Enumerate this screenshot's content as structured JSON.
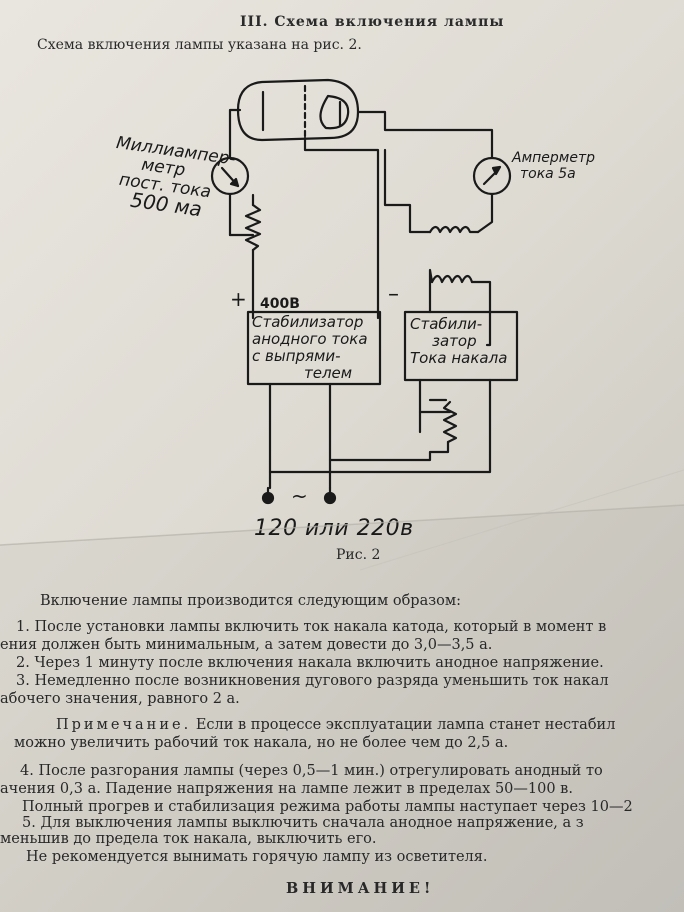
{
  "header": {
    "section_title": "III. Схема включения лампы",
    "intro": "Схема включения лампы указана на рис. 2."
  },
  "diagram": {
    "milliammeter_label": [
      "Миллиампер-",
      "метр",
      "пост. тока",
      "500 ма"
    ],
    "ammeter_label": [
      "Амперметр",
      "тока 5а"
    ],
    "plus_sign": "+",
    "minus_sign": "–",
    "voltage_label": "400В",
    "anode_stabilizer": [
      "Стабилизатор",
      "анодного тока",
      "с выпрями-",
      "телем"
    ],
    "filament_stabilizer": [
      "Стабили-",
      "затор",
      "Тока накала"
    ],
    "ac_symbol": "~",
    "supply_label": "120 или 220в",
    "caption": "Рис. 2"
  },
  "body": {
    "intro_line": "Включение лампы производится следующим образом:",
    "lines": [
      "1. После установки лампы включить ток накала катода, который в момент в",
      "ения должен быть минимальным, а затем довести до 3,0—3,5 а.",
      "2. Через 1 минуту после включения накала включить анодное напряжение.",
      "3. Немедленно после возникновения дугового разряда уменьшить ток накал",
      "абочего значения, равного 2 а."
    ],
    "note_label": "Примечание.",
    "note_lines": [
      "Если в процессе эксплуатации лампа станет нестабил",
      "можно увеличить рабочий ток накала, но не более чем до 2,5 а."
    ],
    "lines2": [
      "4. После разгорания лампы (через 0,5—1 мин.) отрегулировать анодный то",
      "ачения 0,3 а. Падение напряжения на лампе лежит в пределах 50—100 в.",
      "Полный прогрев и стабилизация режима работы лампы наступает через 10—2",
      "5. Для выключения лампы выключить сначала анодное напряжение, а з",
      "меньшив до предела ток накала, выключить его.",
      "Не рекомендуется вынимать горячую лампу из осветителя."
    ],
    "warning": "ВНИМАНИЕ!"
  }
}
